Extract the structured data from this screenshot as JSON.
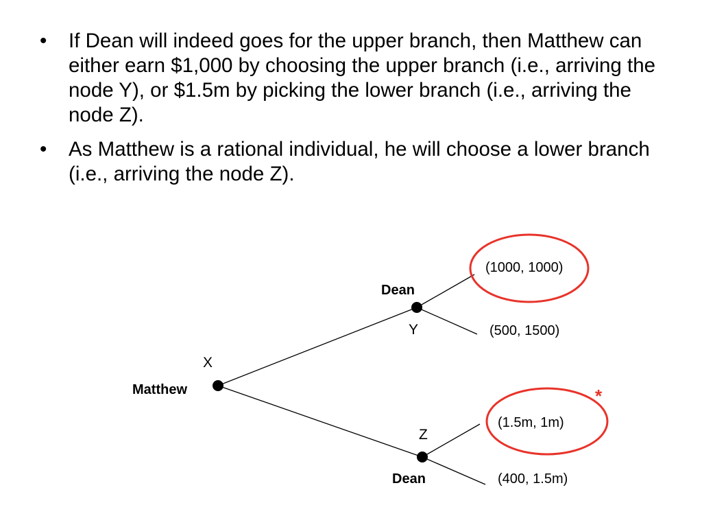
{
  "slide": {
    "bullets": [
      {
        "marker": "•",
        "text": "If Dean will indeed goes for the upper branch, then Matthew can either earn $1,000 by choosing the upper branch (i.e., arriving the node Y), or $1.5m by picking the lower branch (i.e., arriving the node Z)."
      },
      {
        "marker": "•",
        "text": "As Matthew is a rational individual, he will choose a lower branch (i.e., arriving the node Z)."
      }
    ]
  },
  "tree": {
    "root": {
      "label": "X",
      "player": "Matthew"
    },
    "upper_node": {
      "label": "Y",
      "player": "Dean"
    },
    "lower_node": {
      "label": "Z",
      "player": "Dean"
    },
    "payoffs": {
      "y_upper": "(1000,  1000)",
      "y_lower": "(500,  1500)",
      "z_upper": "(1.5m,  1m)",
      "z_lower": "(400,  1.5m)"
    },
    "marker": "*",
    "highlight_color": "#e8332a"
  }
}
